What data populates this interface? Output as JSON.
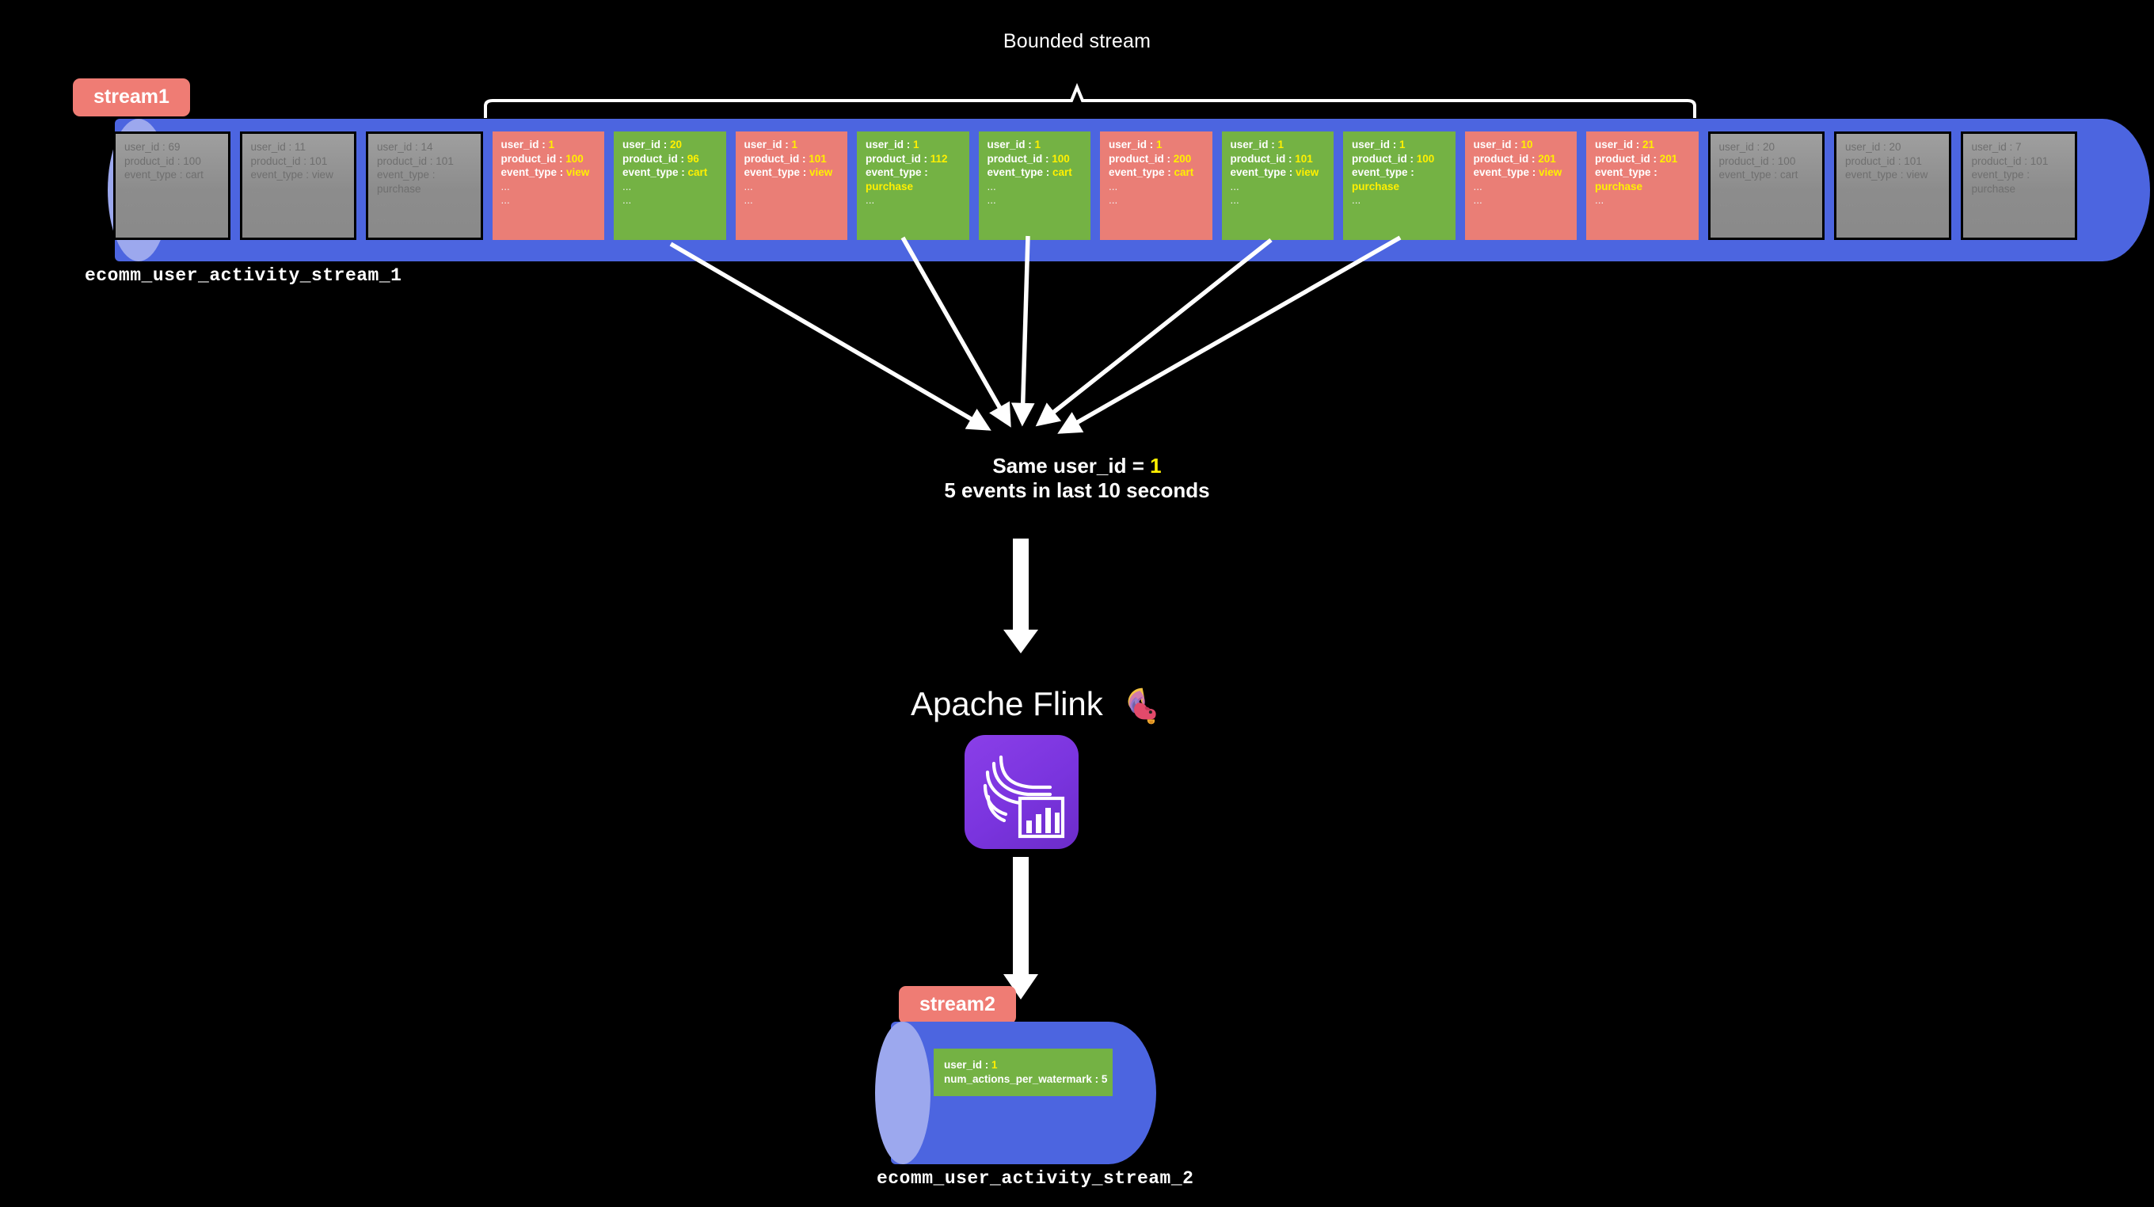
{
  "diagram": {
    "bounded_stream_label": "Bounded stream",
    "center_note_line1_prefix": "Same user_id = ",
    "center_note_line1_value": "1",
    "center_note_line2": "5 events in last 10 seconds",
    "flink_title": "Apache Flink",
    "colors": {
      "stream_blue": "#4C65E0",
      "stream_cap_blue": "#9CA8EE",
      "card_red": "#EA7E76",
      "card_green": "#74B244",
      "card_gray": "#8C8C8C",
      "tag_red": "#EF7C74",
      "highlight_yellow": "#FFF000",
      "flink_purple": "#7A34DE",
      "background": "#000000"
    }
  },
  "stream1": {
    "tag": "stream1",
    "name": "ecomm_user_activity_stream_1",
    "cards": [
      {
        "state": "gray",
        "user_id": "69",
        "product_id": "100",
        "event_type": "cart",
        "dots": [
          "...",
          "..."
        ]
      },
      {
        "state": "gray",
        "user_id": "11",
        "product_id": "101",
        "event_type": "view",
        "dots": [
          "...",
          "..."
        ]
      },
      {
        "state": "gray",
        "user_id": "14",
        "product_id": "101",
        "event_type": "purchase",
        "dots": [
          "...",
          "..."
        ]
      },
      {
        "state": "red",
        "user_id": "1",
        "product_id": "100",
        "event_type": "view",
        "dots": [
          "...",
          "..."
        ]
      },
      {
        "state": "green",
        "user_id": "20",
        "product_id": "96",
        "event_type": "cart",
        "dots": [
          "...",
          "..."
        ]
      },
      {
        "state": "red",
        "user_id": "1",
        "product_id": "101",
        "event_type": "view",
        "dots": [
          "...",
          "..."
        ]
      },
      {
        "state": "green",
        "user_id": "1",
        "product_id": "112",
        "event_type": "purchase",
        "dots": [
          "..."
        ]
      },
      {
        "state": "green",
        "user_id": "1",
        "product_id": "100",
        "event_type": "cart",
        "dots": [
          "...",
          "..."
        ]
      },
      {
        "state": "red",
        "user_id": "1",
        "product_id": "200",
        "event_type": "cart",
        "dots": [
          "...",
          "..."
        ]
      },
      {
        "state": "green",
        "user_id": "1",
        "product_id": "101",
        "event_type": "view",
        "dots": [
          "...",
          "..."
        ]
      },
      {
        "state": "green",
        "user_id": "1",
        "product_id": "100",
        "event_type": "purchase",
        "dots": [
          "..."
        ]
      },
      {
        "state": "red",
        "user_id": "10",
        "product_id": "201",
        "event_type": "view",
        "dots": [
          "...",
          "..."
        ]
      },
      {
        "state": "red",
        "user_id": "21",
        "product_id": "201",
        "event_type": "purchase",
        "dots": [
          "..."
        ]
      },
      {
        "state": "gray",
        "user_id": "20",
        "product_id": "100",
        "event_type": "cart",
        "dots": [
          "...",
          "..."
        ]
      },
      {
        "state": "gray",
        "user_id": "20",
        "product_id": "101",
        "event_type": "view",
        "dots": [
          "...",
          "..."
        ]
      },
      {
        "state": "gray",
        "user_id": "7",
        "product_id": "101",
        "event_type": "purchase",
        "dots": [
          "...",
          "..."
        ]
      }
    ],
    "field_labels": {
      "user_id": "user_id : ",
      "product_id": "product_id : ",
      "event_type": "event_type : "
    }
  },
  "stream2": {
    "tag": "stream2",
    "name": "ecomm_user_activity_stream_2",
    "card": {
      "user_id_label": "user_id : ",
      "user_id": "1",
      "metric_label": "num_actions_per_watermark : ",
      "metric_value": "5"
    }
  }
}
